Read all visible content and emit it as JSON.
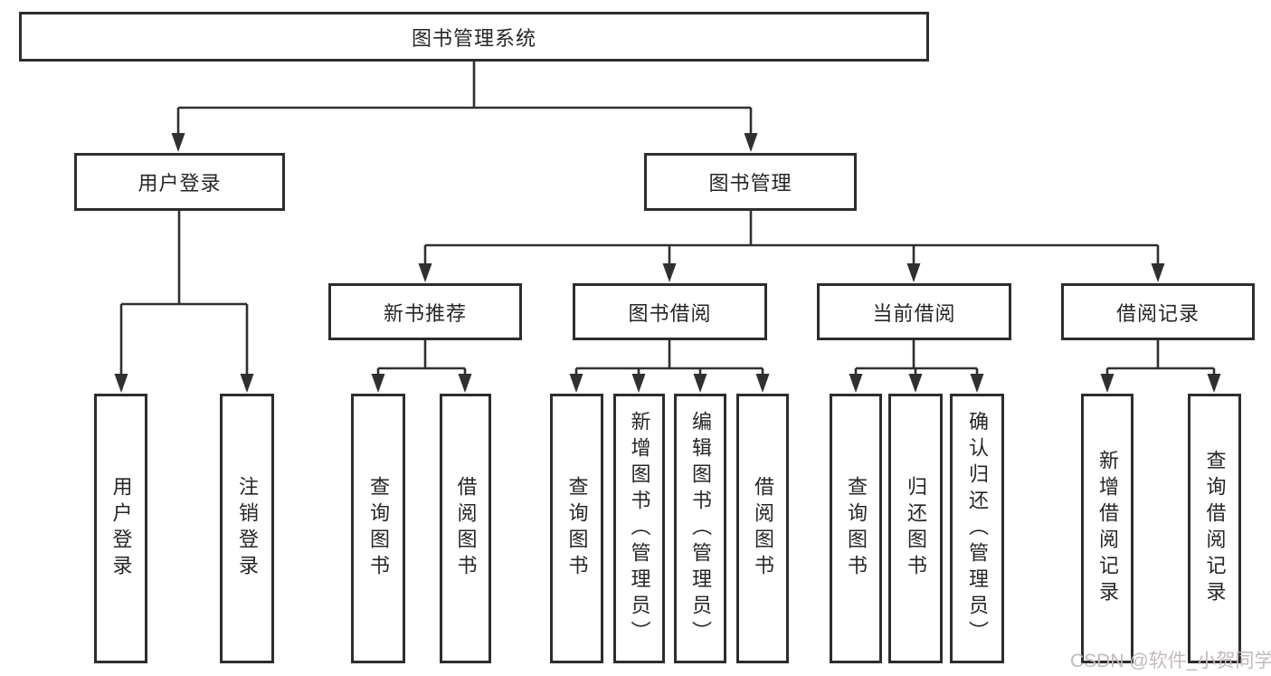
{
  "diagram": {
    "title": "图书管理系统",
    "root": {
      "label": "图书管理系统"
    },
    "level2": [
      {
        "label": "用户登录",
        "children": [
          {
            "label": "用户登录"
          },
          {
            "label": "注销登录"
          }
        ]
      },
      {
        "label": "图书管理",
        "children": [
          {
            "label": "新书推荐",
            "children": [
              {
                "label": "查询图书"
              },
              {
                "label": "借阅图书"
              }
            ]
          },
          {
            "label": "图书借阅",
            "children": [
              {
                "label": "查询图书"
              },
              {
                "label": "新增图书（管理员）"
              },
              {
                "label": "编辑图书（管理员）"
              },
              {
                "label": "借阅图书"
              }
            ]
          },
          {
            "label": "当前借阅",
            "children": [
              {
                "label": "查询图书"
              },
              {
                "label": "归还图书"
              },
              {
                "label": "确认归还（管理员）"
              }
            ]
          },
          {
            "label": "借阅记录",
            "children": [
              {
                "label": "新增借阅记录"
              },
              {
                "label": "查询借阅记录"
              }
            ]
          }
        ]
      }
    ]
  },
  "watermark": {
    "text": "CSDN @软件_小贺同学"
  },
  "colors": {
    "line": "#303030",
    "box_border": "#2d2d2d",
    "text": "#262626",
    "background": "#ffffff",
    "watermark": "#c2b9bc"
  }
}
